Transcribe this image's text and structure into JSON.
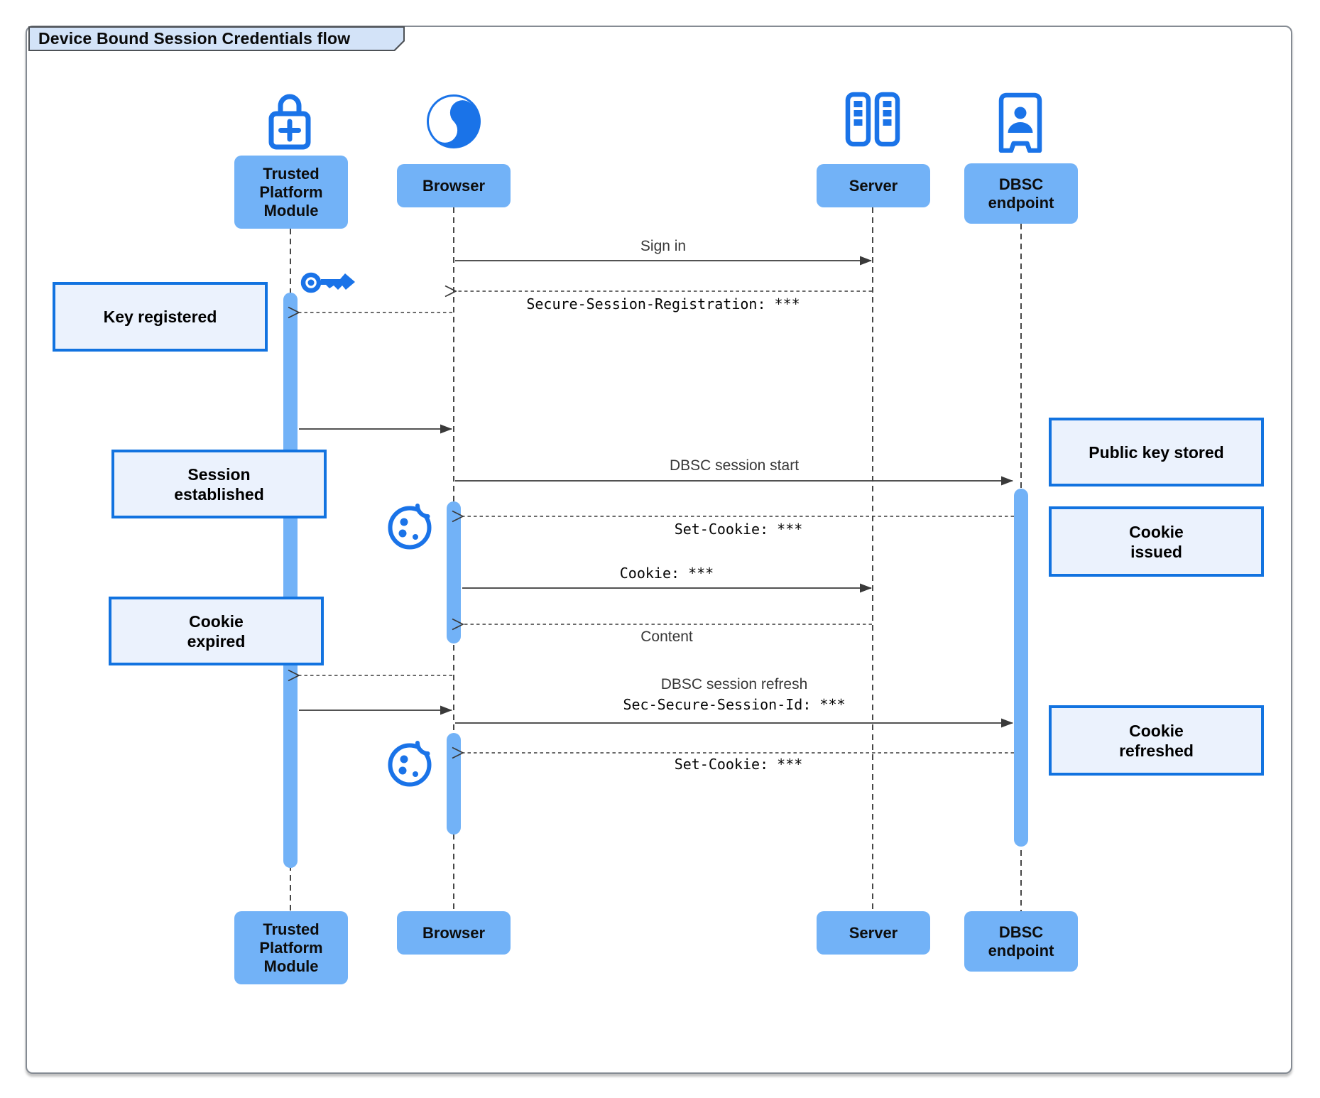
{
  "title": "Device Bound Session Credentials flow",
  "actors": {
    "tpm": {
      "label": "Trusted\nPlatform\nModule",
      "icon": "lock-plus-icon"
    },
    "browser": {
      "label": "Browser",
      "icon": "globe-icon"
    },
    "server": {
      "label": "Server",
      "icon": "server-racks-icon"
    },
    "dbsc": {
      "label": "DBSC\nendpoint",
      "icon": "door-person-icon"
    }
  },
  "messages": {
    "sign_in": {
      "label": "Sign in",
      "from": "Browser",
      "to": "Server",
      "style": "solid"
    },
    "session_registration": {
      "label": "Secure-Session-Registration: ***",
      "from": "Server",
      "to": "Browser",
      "style": "dashed"
    },
    "dbsc_session_start": {
      "label": "DBSC session start",
      "from": "Browser",
      "to": "DBSC endpoint",
      "style": "solid"
    },
    "set_cookie_1": {
      "label": "Set-Cookie: ***",
      "from": "DBSC endpoint",
      "to": "Browser",
      "style": "dashed"
    },
    "cookie": {
      "label": "Cookie: ***",
      "from": "Browser",
      "to": "Server",
      "style": "solid"
    },
    "content": {
      "label": "Content",
      "from": "Server",
      "to": "Browser",
      "style": "dashed"
    },
    "dbsc_session_refresh": {
      "line1": "DBSC session refresh",
      "line2": "Sec-Secure-Session-Id: ***",
      "from": "Browser",
      "to": "DBSC endpoint",
      "style": "solid"
    },
    "set_cookie_2": {
      "label": "Set-Cookie: ***",
      "from": "DBSC endpoint",
      "to": "Browser",
      "style": "dashed"
    }
  },
  "notes": {
    "key_registered": "Key registered",
    "session_established": "Session\nestablished",
    "cookie_expired": "Cookie\nexpired",
    "public_key_stored": "Public key stored",
    "cookie_issued": "Cookie\nissued",
    "cookie_refreshed": "Cookie\nrefreshed"
  },
  "decorations": [
    "key-icon",
    "cookie-icon",
    "cookie-icon"
  ],
  "colors": {
    "accent_blue": "#1a73e8",
    "actor_fill": "#72b2f7",
    "activation_fill": "#72b2f7",
    "note_fill": "#ebf2fd",
    "note_border": "#1273e0",
    "title_tab_fill": "#d3e3f8",
    "arrow_line": "#3a3a3a",
    "frame_border": "#858b93"
  }
}
